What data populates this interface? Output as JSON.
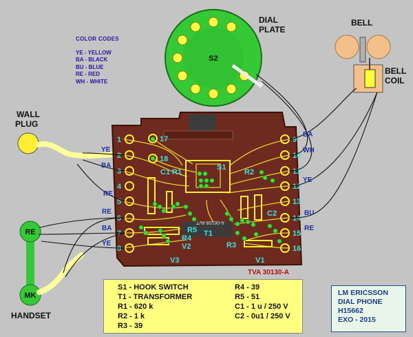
{
  "dial_label": [
    "DIAL",
    "PLATE"
  ],
  "dial_center": "S2",
  "bell_label": "BELL",
  "bell_coil_label": [
    "BELL",
    "COIL"
  ],
  "wall_plug_label": [
    "WALL",
    "PLUG"
  ],
  "handset_label": "HANDSET",
  "handset_ends": {
    "top": "RE",
    "bottom": "MK"
  },
  "color_codes": {
    "heading": "COLOR  CODES",
    "items": [
      "YE - YELLOW",
      "BA - BLACK",
      "BU - BLUE",
      "RE - RED",
      "WH - WHITE"
    ]
  },
  "terminals_left": [
    "1",
    "2",
    "3",
    "4",
    "5",
    "6",
    "7",
    "8"
  ],
  "terminals_right": [
    "9",
    "10",
    "11",
    "12",
    "13",
    "14",
    "15",
    "16"
  ],
  "terminals_inner": [
    "17",
    "18"
  ],
  "wire_labels_left": [
    "YE",
    "BA",
    "RE",
    "RE",
    "BA",
    "YE"
  ],
  "wire_labels_right": [
    "BA",
    "WH",
    "YE",
    "BU",
    "RE"
  ],
  "board_labels": [
    "S1",
    "C1",
    "R1",
    "R2",
    "C2",
    "R5",
    "R4",
    "T1",
    "V2",
    "R3",
    "V3",
    "V1"
  ],
  "board_print": "A-06108 AVT",
  "board_id": "TVA 30130-A",
  "components": {
    "col1": [
      "S1  -  HOOK SWITCH",
      "T1  -  TRANSFORMER",
      "R1  -  620 k",
      "R2  -  1 k",
      "R3  -  39"
    ],
    "col2": [
      "R4  -  39",
      "R5  -  51",
      "C1  -  1 u / 250 V",
      "C2  -  0u1 / 250 V"
    ]
  },
  "info": [
    "LM ERICSSON",
    "DIAL  PHONE",
    "H15662",
    "EXO - 2015"
  ]
}
